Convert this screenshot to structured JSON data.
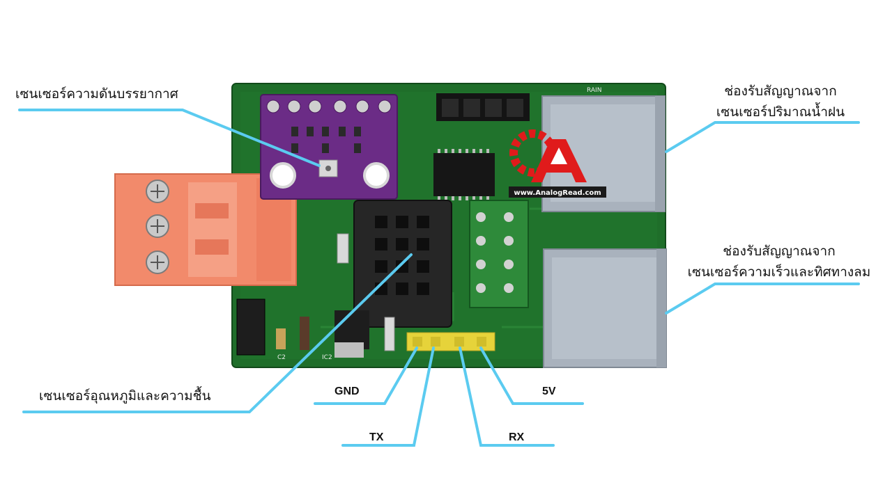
{
  "labels": {
    "pressure_sensor": "เซนเซอร์ความดันบรรยากาศ",
    "rain_port_line1": "ช่องรับสัญญาณจาก",
    "rain_port_line2": "เซนเซอร์ปริมาณน้ำฝน",
    "wind_port_line1": "ช่องรับสัญญาณจาก",
    "wind_port_line2": "เซนเซอร์ความเร็วและทิศทางลม",
    "temp_humidity_sensor": "เซนเซอร์อุณหภูมิและความชื้น"
  },
  "pins": {
    "gnd": "GND",
    "tx": "TX",
    "rx": "RX",
    "v5": "5V"
  },
  "logo": {
    "text": "www.AnalogRead.com",
    "letter": "A"
  },
  "silkscreen": {
    "rain": "RAIN",
    "ic2": "IC2",
    "c2": "C2"
  },
  "colors": {
    "leader_line": "#5BCBF0",
    "pcb": "#1f6e2a",
    "bmp_board": "#6b2c86",
    "terminal": "#f28a6b",
    "rj_port": "#a9b2bd",
    "sensor_body": "#262626",
    "header_pins": "#e6d33a",
    "logo_red": "#e01b1b"
  }
}
